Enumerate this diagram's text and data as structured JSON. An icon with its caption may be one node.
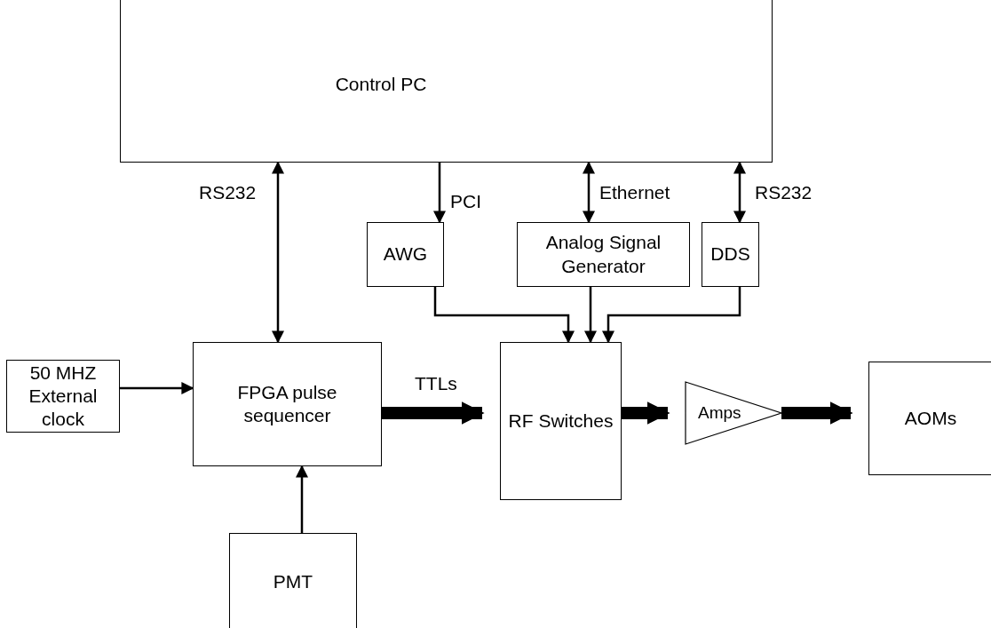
{
  "diagram": {
    "nodes": [
      {
        "text": [
          "Control PC"
        ]
      },
      {
        "text": [
          "AWG"
        ]
      },
      {
        "text": [
          "Analog Signal Generator"
        ]
      },
      {
        "text": [
          "DDS"
        ]
      },
      {
        "text": [
          "50 MHZ External clock"
        ]
      },
      {
        "text": [
          "FPGA pulse sequencer"
        ]
      },
      {
        "text": [
          "RF Switches"
        ]
      },
      {
        "text": [
          "Amps"
        ]
      },
      {
        "text": [
          "AOMs"
        ]
      },
      {
        "text": [
          "PMT"
        ]
      }
    ],
    "edges": [
      {
        "from": 0,
        "to": 5,
        "arrow": "both",
        "label": "RS232"
      },
      {
        "from": 0,
        "to": 1,
        "arrow": "to",
        "label": "PCI"
      },
      {
        "from": 0,
        "to": 2,
        "arrow": "both",
        "label": "Ethernet"
      },
      {
        "from": 0,
        "to": 3,
        "arrow": "both",
        "label": "RS232"
      },
      {
        "from": 1,
        "to": 6,
        "arrow": "to"
      },
      {
        "from": 2,
        "to": 6,
        "arrow": "to"
      },
      {
        "from": 3,
        "to": 6,
        "arrow": "to"
      },
      {
        "from": 4,
        "to": 5,
        "arrow": "to"
      },
      {
        "from": 5,
        "to": 6,
        "arrow": "to",
        "label": "TTLs",
        "style": "thick"
      },
      {
        "from": 6,
        "to": 7,
        "arrow": "to",
        "style": "thick"
      },
      {
        "from": 7,
        "to": 8,
        "arrow": "to",
        "style": "thick"
      },
      {
        "from": 9,
        "to": 5,
        "arrow": "to"
      }
    ]
  }
}
